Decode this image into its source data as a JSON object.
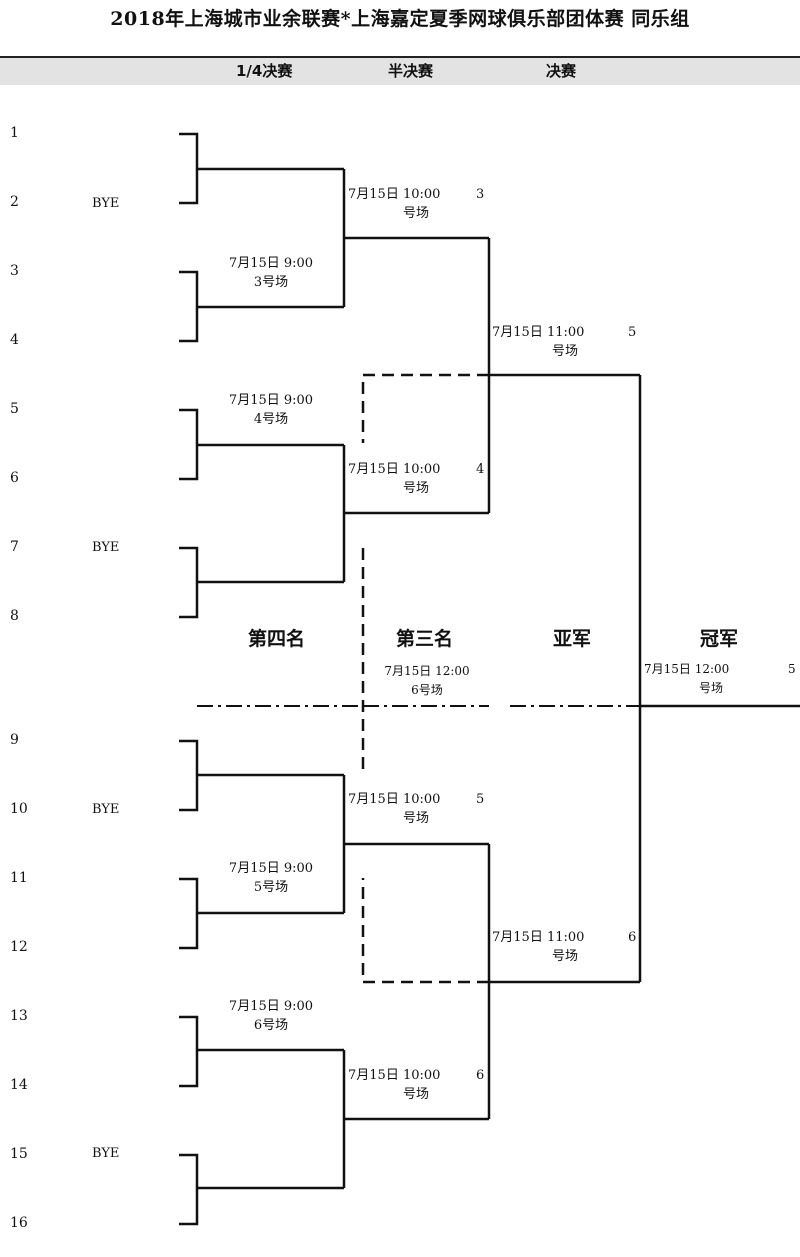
{
  "title": "2018年上海城市业余联赛*上海嘉定夏季网球俱乐部团体赛 同乐组",
  "rounds": {
    "qf": "1/4决赛",
    "sf": "半决赛",
    "final": "决赛"
  },
  "seeds": [
    "1",
    "2",
    "3",
    "4",
    "5",
    "6",
    "7",
    "8",
    "9",
    "10",
    "11",
    "12",
    "13",
    "14",
    "15",
    "16"
  ],
  "bye_label": "BYE",
  "qf_matches": [
    {
      "line1": "7月15日 9:00",
      "line2": "3号场"
    },
    {
      "line1": "7月15日 9:00",
      "line2": "4号场"
    },
    {
      "line1": "7月15日 9:00",
      "line2": "5号场"
    },
    {
      "line1": "7月15日 9:00",
      "line2": "6号场"
    }
  ],
  "r2_matches": [
    {
      "line1": "7月15日 10:00",
      "court": "3",
      "line2": "号场"
    },
    {
      "line1": "7月15日 10:00",
      "court": "4",
      "line2": "号场"
    },
    {
      "line1": "7月15日 10:00",
      "court": "5",
      "line2": "号场"
    },
    {
      "line1": "7月15日 10:00",
      "court": "6",
      "line2": "号场"
    }
  ],
  "sf_matches": [
    {
      "line1": "7月15日 11:00",
      "court": "5",
      "line2": "号场"
    },
    {
      "line1": "7月15日 11:00",
      "court": "6",
      "line2": "号场"
    }
  ],
  "places": {
    "fourth": "第四名",
    "third": "第三名",
    "runner_up": "亚军",
    "champion": "冠军"
  },
  "third_place_match": {
    "line1": "7月15日 12:00",
    "line2": "6号场"
  },
  "final_match": {
    "line1": "7月15日  12:00",
    "court": "5",
    "line2": "号场"
  }
}
